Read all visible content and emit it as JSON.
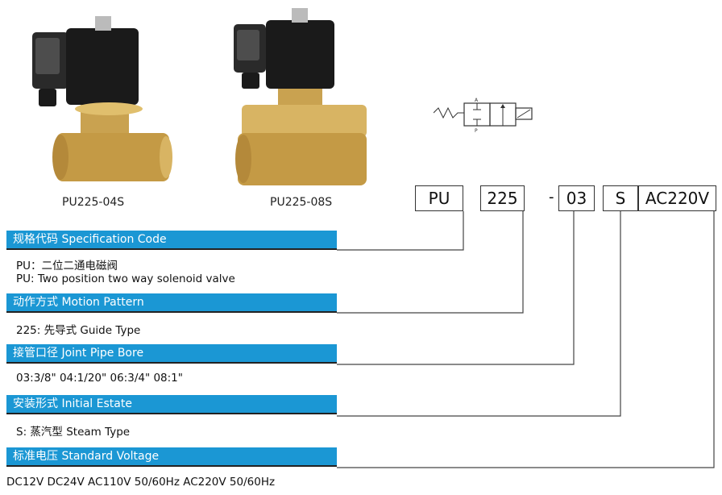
{
  "products": [
    {
      "caption": "PU225-04S"
    },
    {
      "caption": "PU225-08S"
    }
  ],
  "symbol": {
    "label_a": "A",
    "label_p": "P"
  },
  "code": {
    "pu": "PU",
    "series": "225",
    "separator": "-",
    "bore": "03",
    "estate": "S",
    "voltage": "AC220V"
  },
  "sections": [
    {
      "title": "规格代码 Specification Code",
      "lines": [
        "PU：二位二通电磁阀",
        "PU:  Two position two way solenoid valve"
      ]
    },
    {
      "title": "动作方式 Motion Pattern",
      "lines": [
        "225: 先导式 Guide Type"
      ]
    },
    {
      "title": "接管口径 Joint Pipe Bore",
      "lines": [
        "03:3/8\"    04:1/20\"  06:3/4\"    08:1\""
      ]
    },
    {
      "title": "安装形式 Initial Estate",
      "lines": [
        "S: 蒸汽型 Steam Type"
      ]
    },
    {
      "title": "标准电压 Standard Voltage",
      "lines": [
        "DC12V     DC24V      AC110V  50/60Hz       AC220V  50/60Hz"
      ]
    }
  ],
  "colors": {
    "bar": "#1b97d4",
    "body": "#c9a250",
    "coil": "#1a1a1a"
  }
}
